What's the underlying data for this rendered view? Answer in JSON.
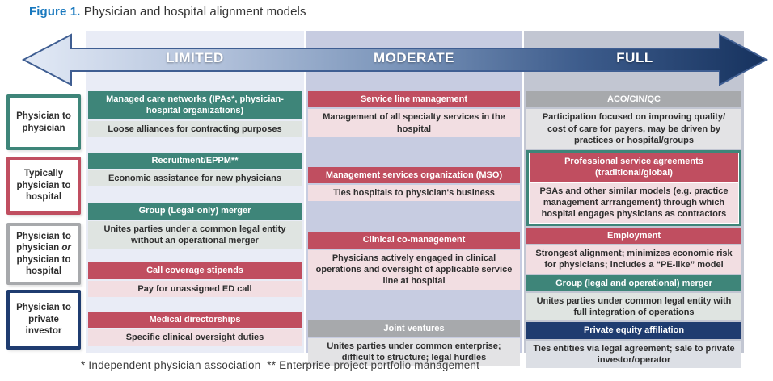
{
  "title": {
    "label": "Figure 1.",
    "text": " Physician and hospital alignment models"
  },
  "axis": {
    "levels": [
      "LIMITED",
      "MODERATE",
      "FULL"
    ]
  },
  "legend": [
    {
      "label": "Physician to physician",
      "color": "#3E8579"
    },
    {
      "label": "Typically physician to hospital",
      "color": "#C04E60"
    },
    {
      "pre": "Physician to physician ",
      "em": "or",
      "post": " physician to hospital",
      "color": "#A7A9AC"
    },
    {
      "label": "Physician to private investor",
      "color": "#1F3C70"
    }
  ],
  "columns": [
    {
      "level": "LIMITED",
      "items": [
        {
          "type": "teal",
          "header": "Managed care networks (IPAs*, physician-hospital organizations)",
          "body": "Loose alliances for contracting purposes"
        },
        {
          "type": "teal",
          "header": "Recruitment/EPPM**",
          "body": "Economic assistance for new physicians"
        },
        {
          "type": "teal",
          "header": "Group (Legal-only) merger",
          "body": "Unites parties under a common legal entity without an operational merger"
        },
        {
          "type": "red",
          "header": "Call coverage stipends",
          "body": "Pay for unassigned ED call"
        },
        {
          "type": "red",
          "header": "Medical directorships",
          "body": "Specific clinical oversight duties"
        }
      ]
    },
    {
      "level": "MODERATE",
      "items": [
        {
          "type": "red",
          "header": "Service line management",
          "body": "Management of all specialty services in the hospital"
        },
        {
          "type": "red",
          "header": "Management services organization (MSO)",
          "body": "Ties hospitals to physician's business"
        },
        {
          "type": "red",
          "header": "Clinical co-management",
          "body": "Physicians actively engaged in clinical operations and oversight of applicable service line at hospital"
        },
        {
          "type": "gray",
          "header": "Joint ventures",
          "body": "Unites parties under common enterprise; difficult to structure; legal hurdles"
        }
      ]
    },
    {
      "level": "FULL",
      "items": [
        {
          "type": "gray",
          "header": "ACO/CIN/QC",
          "body": "Participation focused on improving quality/ cost of care for payers, may be driven by practices or hospital/groups"
        },
        {
          "type": "red",
          "highlighted": true,
          "header": "Professional service agreements (traditional/global)",
          "body": "PSAs and other similar models (e.g. practice management arrrangement) through which hospital engages physicians as contractors"
        },
        {
          "type": "red",
          "header": "Employment",
          "body": "Strongest alignment; minimizes economic risk for physicians; includes a “PE-like” model"
        },
        {
          "type": "teal",
          "header": "Group (legal and operational) merger",
          "body": "Unites parties under common legal entity with full integration of operations"
        },
        {
          "type": "navy",
          "header": "Private equity affiliation",
          "body": "Ties entities via legal agreement; sale to private investor/operator"
        }
      ]
    }
  ],
  "footnote": "* Independent physician association  ** Enterprise project portfolio management",
  "colors": {
    "teal": "#3E8579",
    "red": "#C04E60",
    "gray": "#A7A9AC",
    "navy": "#1F3C70",
    "figure_label_blue": "#1878BE",
    "arrow_dark": "#16325E",
    "arrow_light": "#DFE7F4"
  }
}
